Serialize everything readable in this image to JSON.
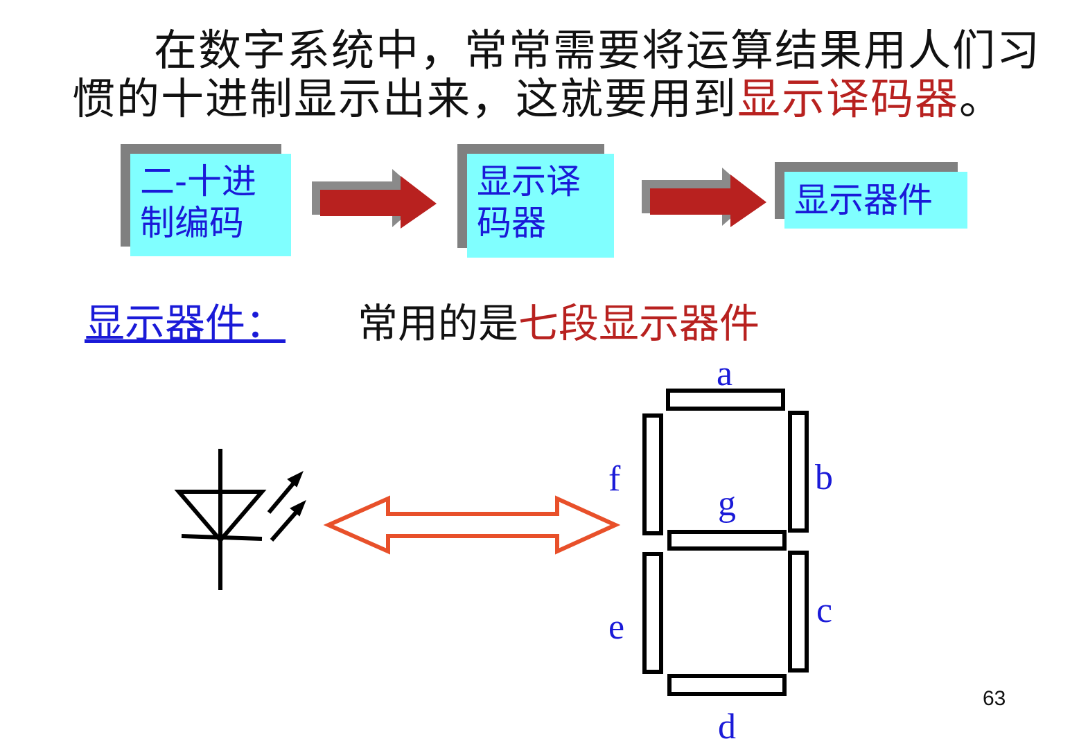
{
  "intro": {
    "line1": "在数字系统中，常常需要将运算结果用人们习",
    "line2_main": "惯的十进制显示出来，这就要用到",
    "line2_highlight": "显示译码器",
    "line2_end": "。"
  },
  "flow": {
    "box1_line1": "二-十进",
    "box1_line2": "制编码",
    "box2_line1": "显示译",
    "box2_line2": "码器",
    "box3": "显示器件"
  },
  "display": {
    "label": "显示器件：",
    "common_prefix": "常用的是",
    "common_highlight": "七段显示器件"
  },
  "segments": {
    "a": "a",
    "b": "b",
    "c": "c",
    "d": "d",
    "e": "e",
    "f": "f",
    "g": "g"
  },
  "page_number": "63",
  "colors": {
    "highlight_red": "#b8211f",
    "box_fill": "#80ffff",
    "box_text_blue": "#1a1ad8",
    "flow_arrow_red": "#b8211f",
    "double_arrow": "#e8502a"
  }
}
